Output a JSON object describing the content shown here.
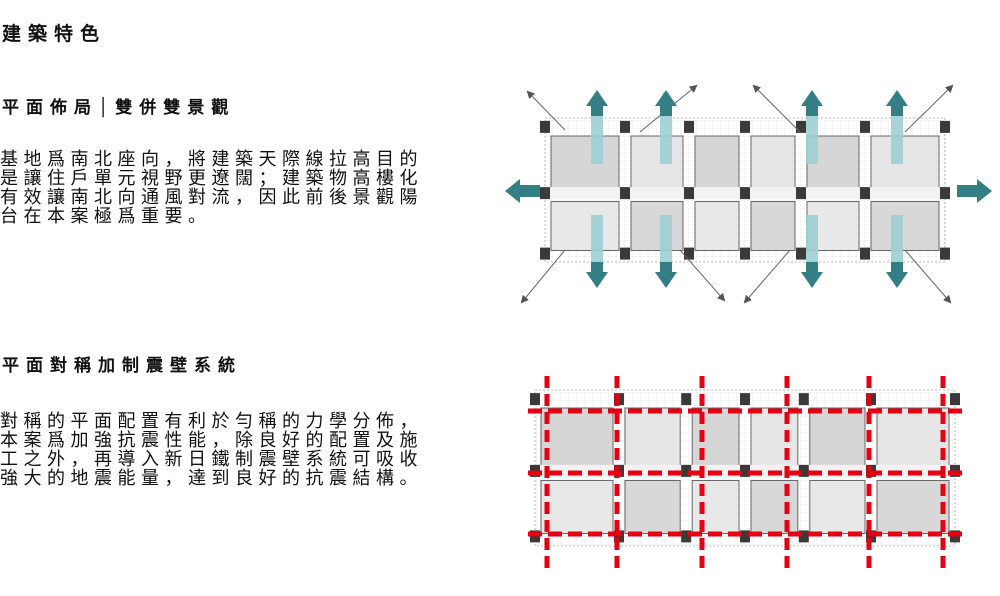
{
  "title": "建築特色",
  "section1": {
    "heading": "平面佈局│雙併雙景觀",
    "lines": [
      "基地爲南北座向，將建築天際線拉高目的",
      "是讓住戶單元視野更遼闊；建築物高樓化",
      "有效讓南北向通風對流，因此前後景觀陽",
      "台在本案極爲重要。"
    ]
  },
  "section2": {
    "heading": "平面對稱加制震壁系統",
    "lines": [
      "對稱的平面配置有利於勻稱的力學分佈，",
      "本案爲加強抗震性能，除良好的配置及施",
      "工之外，再導入新日鐵制震壁系統可吸收",
      "強大的地震能量，達到良好的抗震結構。"
    ]
  },
  "colors": {
    "teal": "#347f86",
    "teal_light": "#9dcfd3",
    "red": "#e60012",
    "wall": "#3a3a3a"
  }
}
